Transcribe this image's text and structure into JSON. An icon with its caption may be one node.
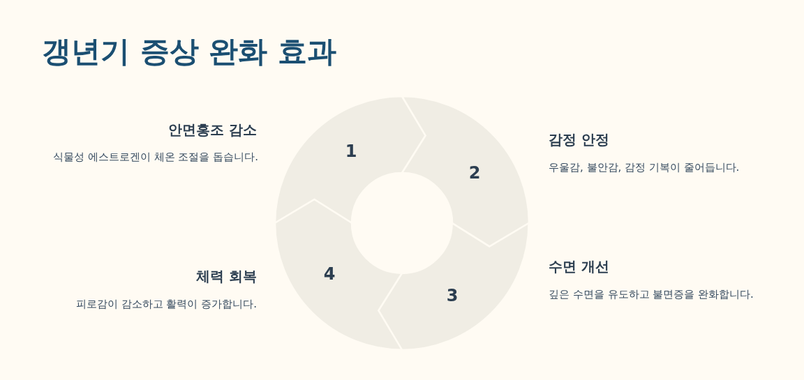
{
  "diagram": {
    "title": "갱년기 증상 완화 효과",
    "nodes": [
      {
        "text": [
          "1"
        ]
      },
      {
        "text": [
          "2"
        ]
      },
      {
        "text": [
          "3"
        ]
      },
      {
        "text": [
          "4"
        ]
      }
    ],
    "labels": [
      "안면홍조 감소",
      "식물성 에스트로겐이 체온 조절을 돕습니다.",
      "감정 안정",
      "우울감, 불안감, 감정 기복이 줄어듭니다.",
      "수면 개선",
      "깊은 수면을 유도하고 불면증을 완화합니다.",
      "체력 회복",
      "피로감이 감소하고 활력이 증가합니다."
    ]
  }
}
